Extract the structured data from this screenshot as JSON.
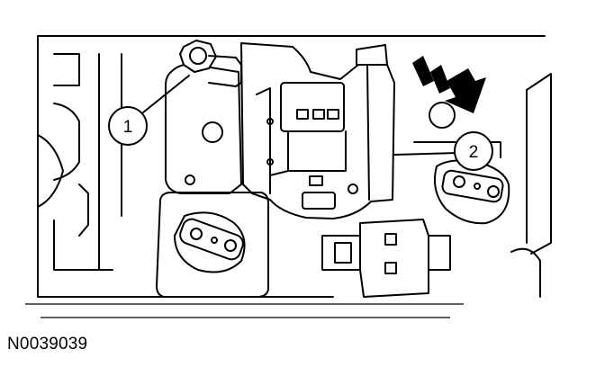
{
  "callouts": [
    {
      "id": "callout-1",
      "label": "1"
    },
    {
      "id": "callout-2",
      "label": "2"
    }
  ],
  "figure_code": "N0039039",
  "icons": {
    "pointer": "arrow-icon",
    "fastener": "hex-bolt-icon",
    "connector": "electrical-connector-icon"
  },
  "colors": {
    "ink": "#000000",
    "paper": "#ffffff"
  }
}
